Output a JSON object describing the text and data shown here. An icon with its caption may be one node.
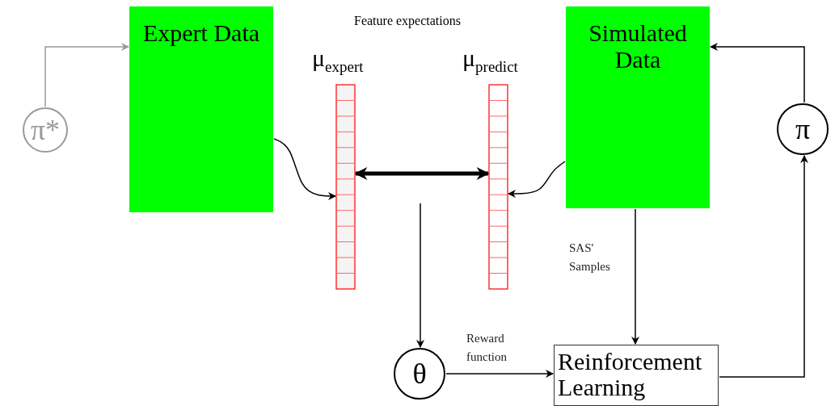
{
  "diagram": {
    "nodes": [
      {
        "text": [
          "π*"
        ]
      },
      {
        "text": [
          "Expert Data"
        ]
      },
      {
        "text": [
          "Simulated Data"
        ]
      },
      {
        "text": [
          "π"
        ]
      },
      {
        "text": [
          "μ$_{expert}$"
        ]
      },
      {
        "text": [
          "μ$_{predict}$"
        ]
      },
      {
        "text": [
          "θ"
        ]
      },
      {
        "text": [
          "Reinforcement Learning"
        ]
      }
    ],
    "edges": [
      {
        "from": 0,
        "to": 1,
        "arrow": "to",
        "color": "#999999"
      },
      {
        "from": 1,
        "to": 4,
        "arrow": "to"
      },
      {
        "from": 2,
        "to": 5,
        "arrow": "to"
      },
      {
        "from": 4,
        "to": 5,
        "arrow": "both",
        "style": "thick"
      },
      {
        "from": null,
        "to": 6,
        "arrow": "to"
      },
      {
        "from": 6,
        "to": 7,
        "arrow": "to",
        "label": "Reward function"
      },
      {
        "from": 2,
        "to": 7,
        "arrow": "to",
        "label": "SAS' Samples"
      },
      {
        "from": 7,
        "to": 3,
        "arrow": "to"
      },
      {
        "from": 3,
        "to": 2,
        "arrow": "to"
      }
    ],
    "labels": [
      "Feature expectations"
    ]
  }
}
